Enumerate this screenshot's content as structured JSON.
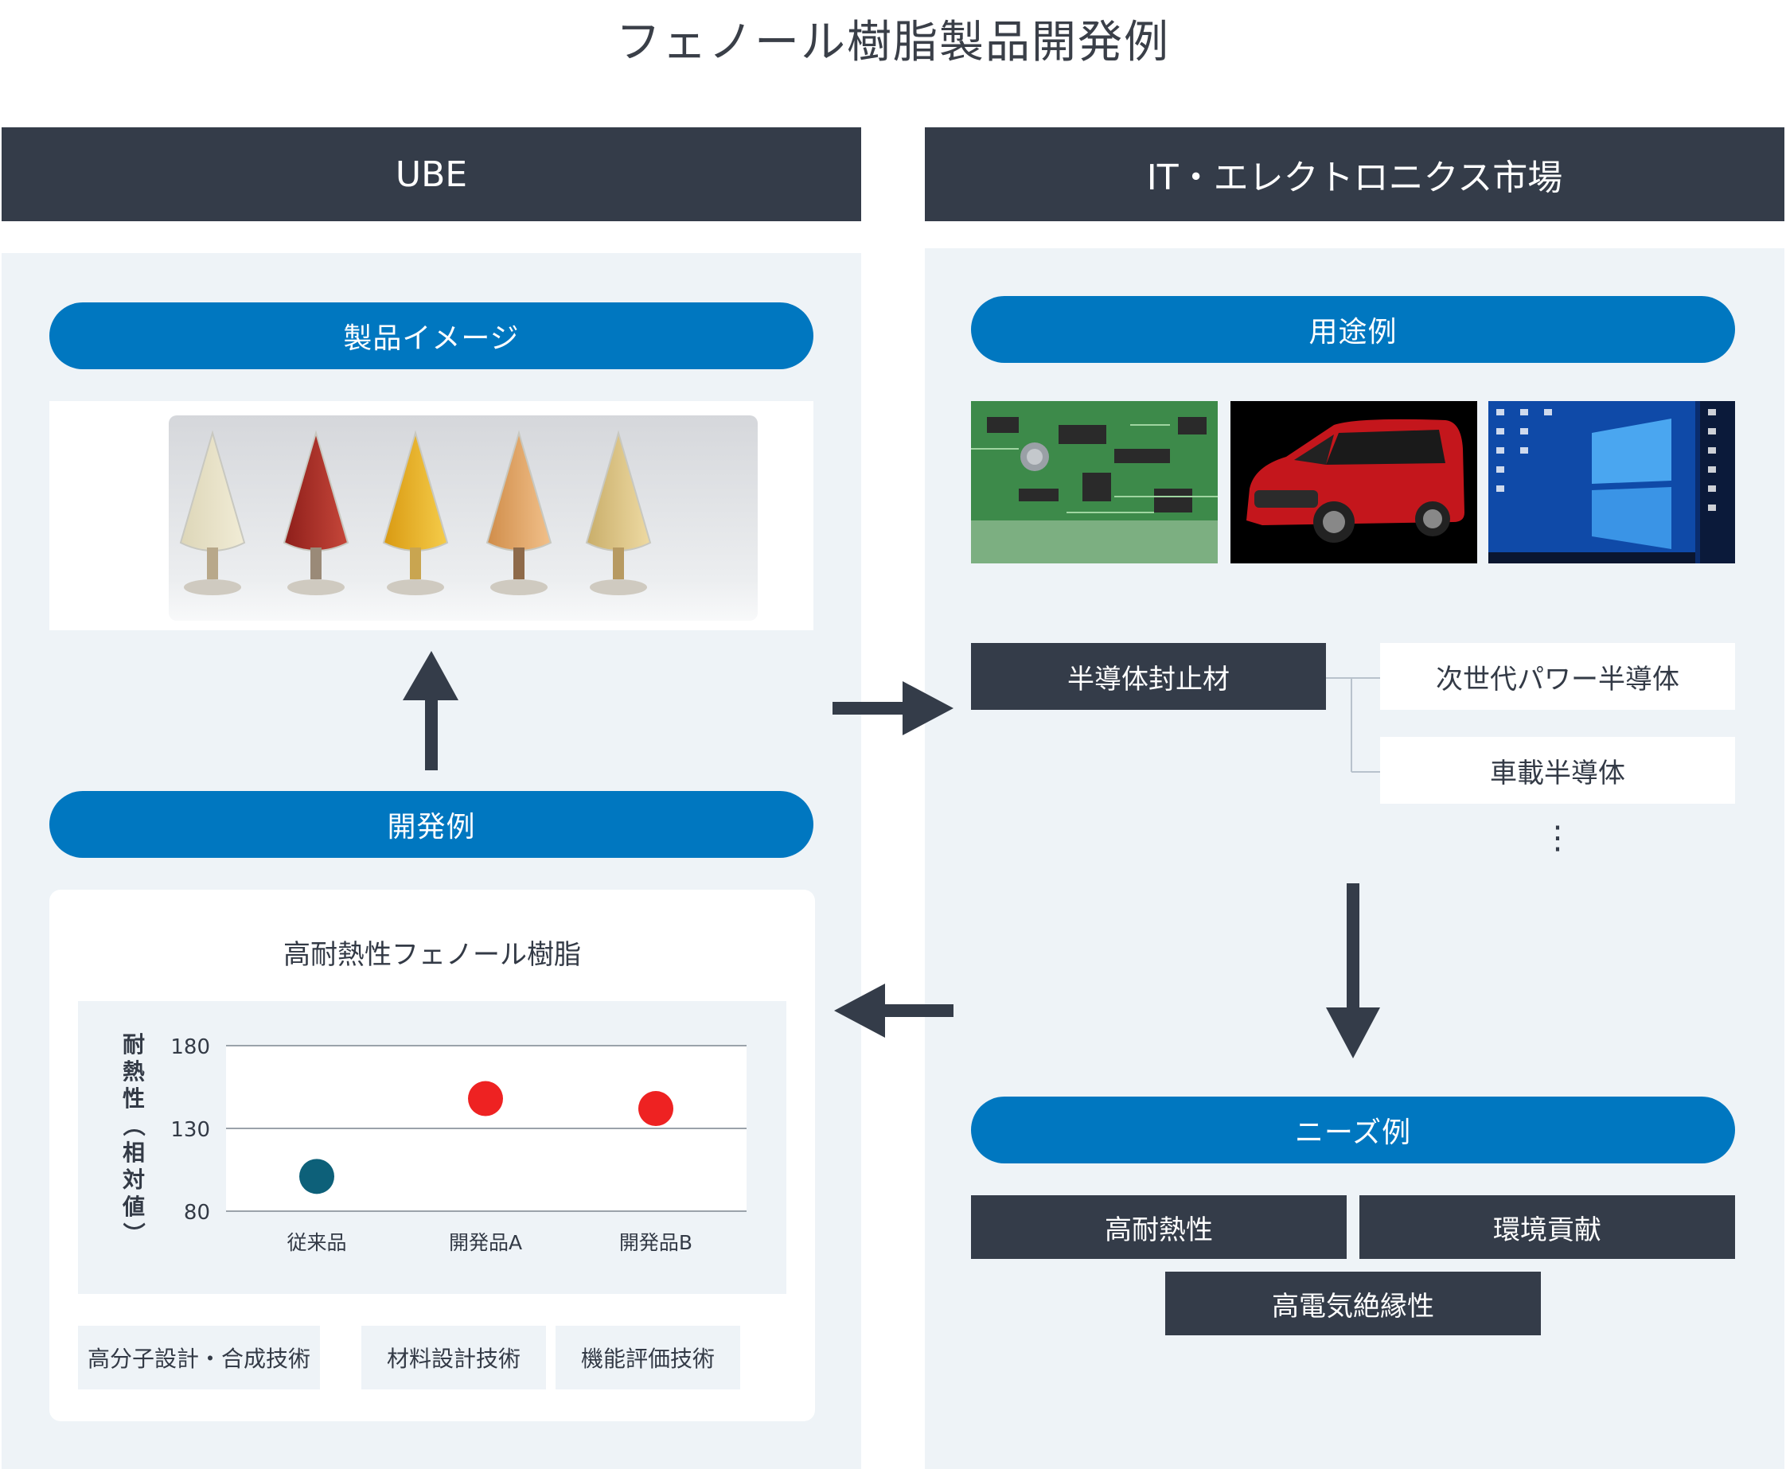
{
  "title": "フェノール樹脂製品開発例",
  "left": {
    "header": "UBE",
    "product_image_label": "製品イメージ",
    "development_label": "開発例",
    "chart_title": "高耐熱性フェノール樹脂",
    "technologies": [
      "高分子設計・合成技術",
      "材料設計技術",
      "機能評価技術"
    ]
  },
  "right": {
    "header": "IT・エレクトロニクス市場",
    "applications_label": "用途例",
    "main_application": "半導体封止材",
    "sub_applications": [
      "次世代パワー半導体",
      "車載半導体"
    ],
    "ellipsis": "⋮",
    "needs_label": "ニーズ例",
    "needs": [
      "高耐熱性",
      "環境貢献",
      "高電気絶縁性"
    ]
  },
  "colors": {
    "dark": "#343c49",
    "blue": "#0077c0",
    "panel": "#eef3f7",
    "point_conventional": "#0d6079",
    "point_developed": "#ee2222"
  },
  "chart_data": {
    "type": "scatter",
    "title": "",
    "ylabel": "耐熱性（相対値）",
    "xlabel": "",
    "categories": [
      "従来品",
      "開発品A",
      "開発品B"
    ],
    "values": [
      101,
      148,
      142
    ],
    "ylim": [
      80,
      180
    ],
    "yticks": [
      180,
      130,
      80
    ],
    "grid": true
  }
}
